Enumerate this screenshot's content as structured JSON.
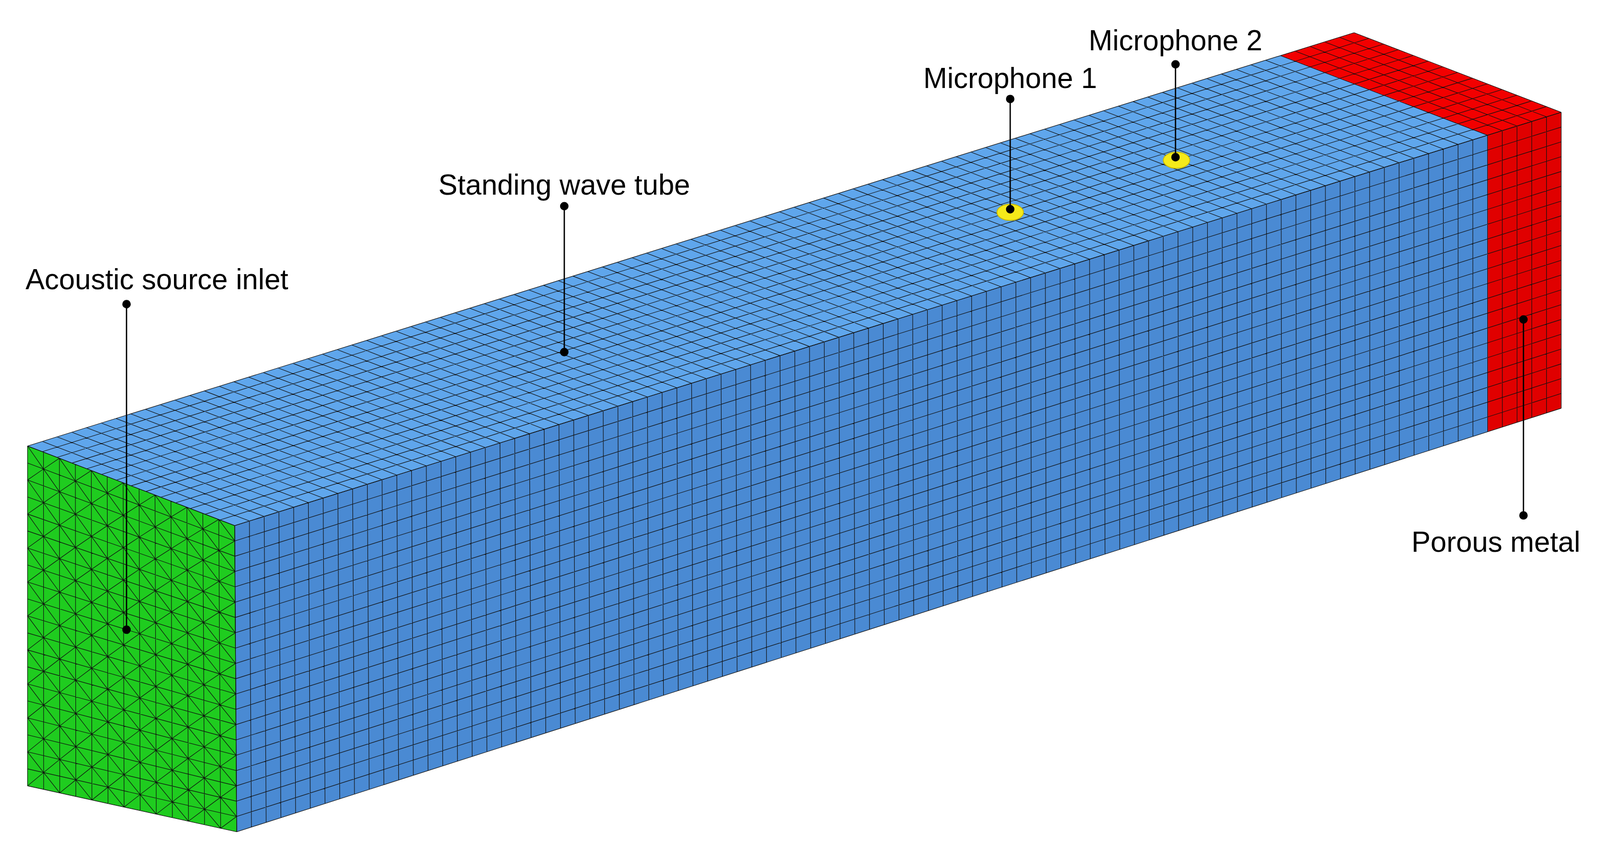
{
  "diagram": {
    "labels": [
      "Acoustic source inlet",
      "Standing wave tube",
      "Microphone 1",
      "Microphone 2",
      "Porous metal"
    ]
  }
}
